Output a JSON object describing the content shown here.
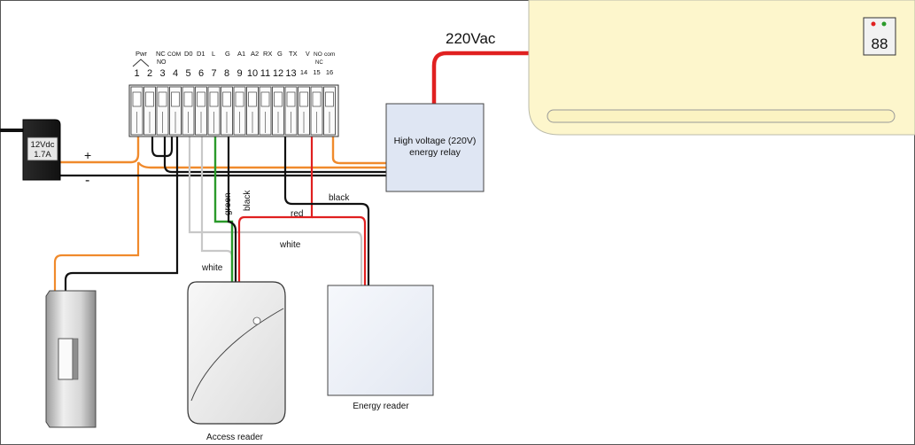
{
  "terminals": {
    "group_labels": [
      {
        "id": "pwr",
        "text": "Pwr"
      },
      {
        "id": "nc",
        "text": "NC"
      },
      {
        "id": "no",
        "text": "NO"
      },
      {
        "id": "com",
        "text": "COM"
      },
      {
        "id": "d0",
        "text": "D0"
      },
      {
        "id": "d1",
        "text": "D1"
      },
      {
        "id": "l",
        "text": "L"
      },
      {
        "id": "g1",
        "text": "G"
      },
      {
        "id": "a1",
        "text": "A1"
      },
      {
        "id": "a2",
        "text": "A2"
      },
      {
        "id": "rx",
        "text": "RX"
      },
      {
        "id": "g2",
        "text": "G"
      },
      {
        "id": "tx",
        "text": "TX"
      },
      {
        "id": "v",
        "text": "V"
      },
      {
        "id": "no2",
        "text": "NO"
      },
      {
        "id": "com2",
        "text": "com"
      },
      {
        "id": "nc2",
        "text": "NC"
      }
    ],
    "numbers": [
      "1",
      "2",
      "3",
      "4",
      "5",
      "6",
      "7",
      "8",
      "9",
      "10",
      "11",
      "12",
      "13",
      "14",
      "15",
      "16"
    ]
  },
  "power_supply": {
    "line1": "12Vdc",
    "line2": "1.7A",
    "plus": "+",
    "minus": "-"
  },
  "relay": {
    "line1": "High voltage (220V)",
    "line2": "energy relay"
  },
  "mains_label": "220Vac",
  "ac_display": "88",
  "wire_labels": {
    "green": "green",
    "black_vertical": "black",
    "black_horizontal": "black",
    "red": "red",
    "white_upper": "white",
    "white_lower": "white"
  },
  "devices": {
    "access_reader": "Access reader",
    "energy_reader": "Energy reader"
  },
  "colors": {
    "orange": "#f08a2c",
    "black": "#111111",
    "red": "#e02020",
    "green": "#2a9a2a",
    "white_wire": "#c8c8c8",
    "relay_fill": "#dfe6f3",
    "ac_fill": "#fdf6cc",
    "mains_wire": "#e02020"
  }
}
